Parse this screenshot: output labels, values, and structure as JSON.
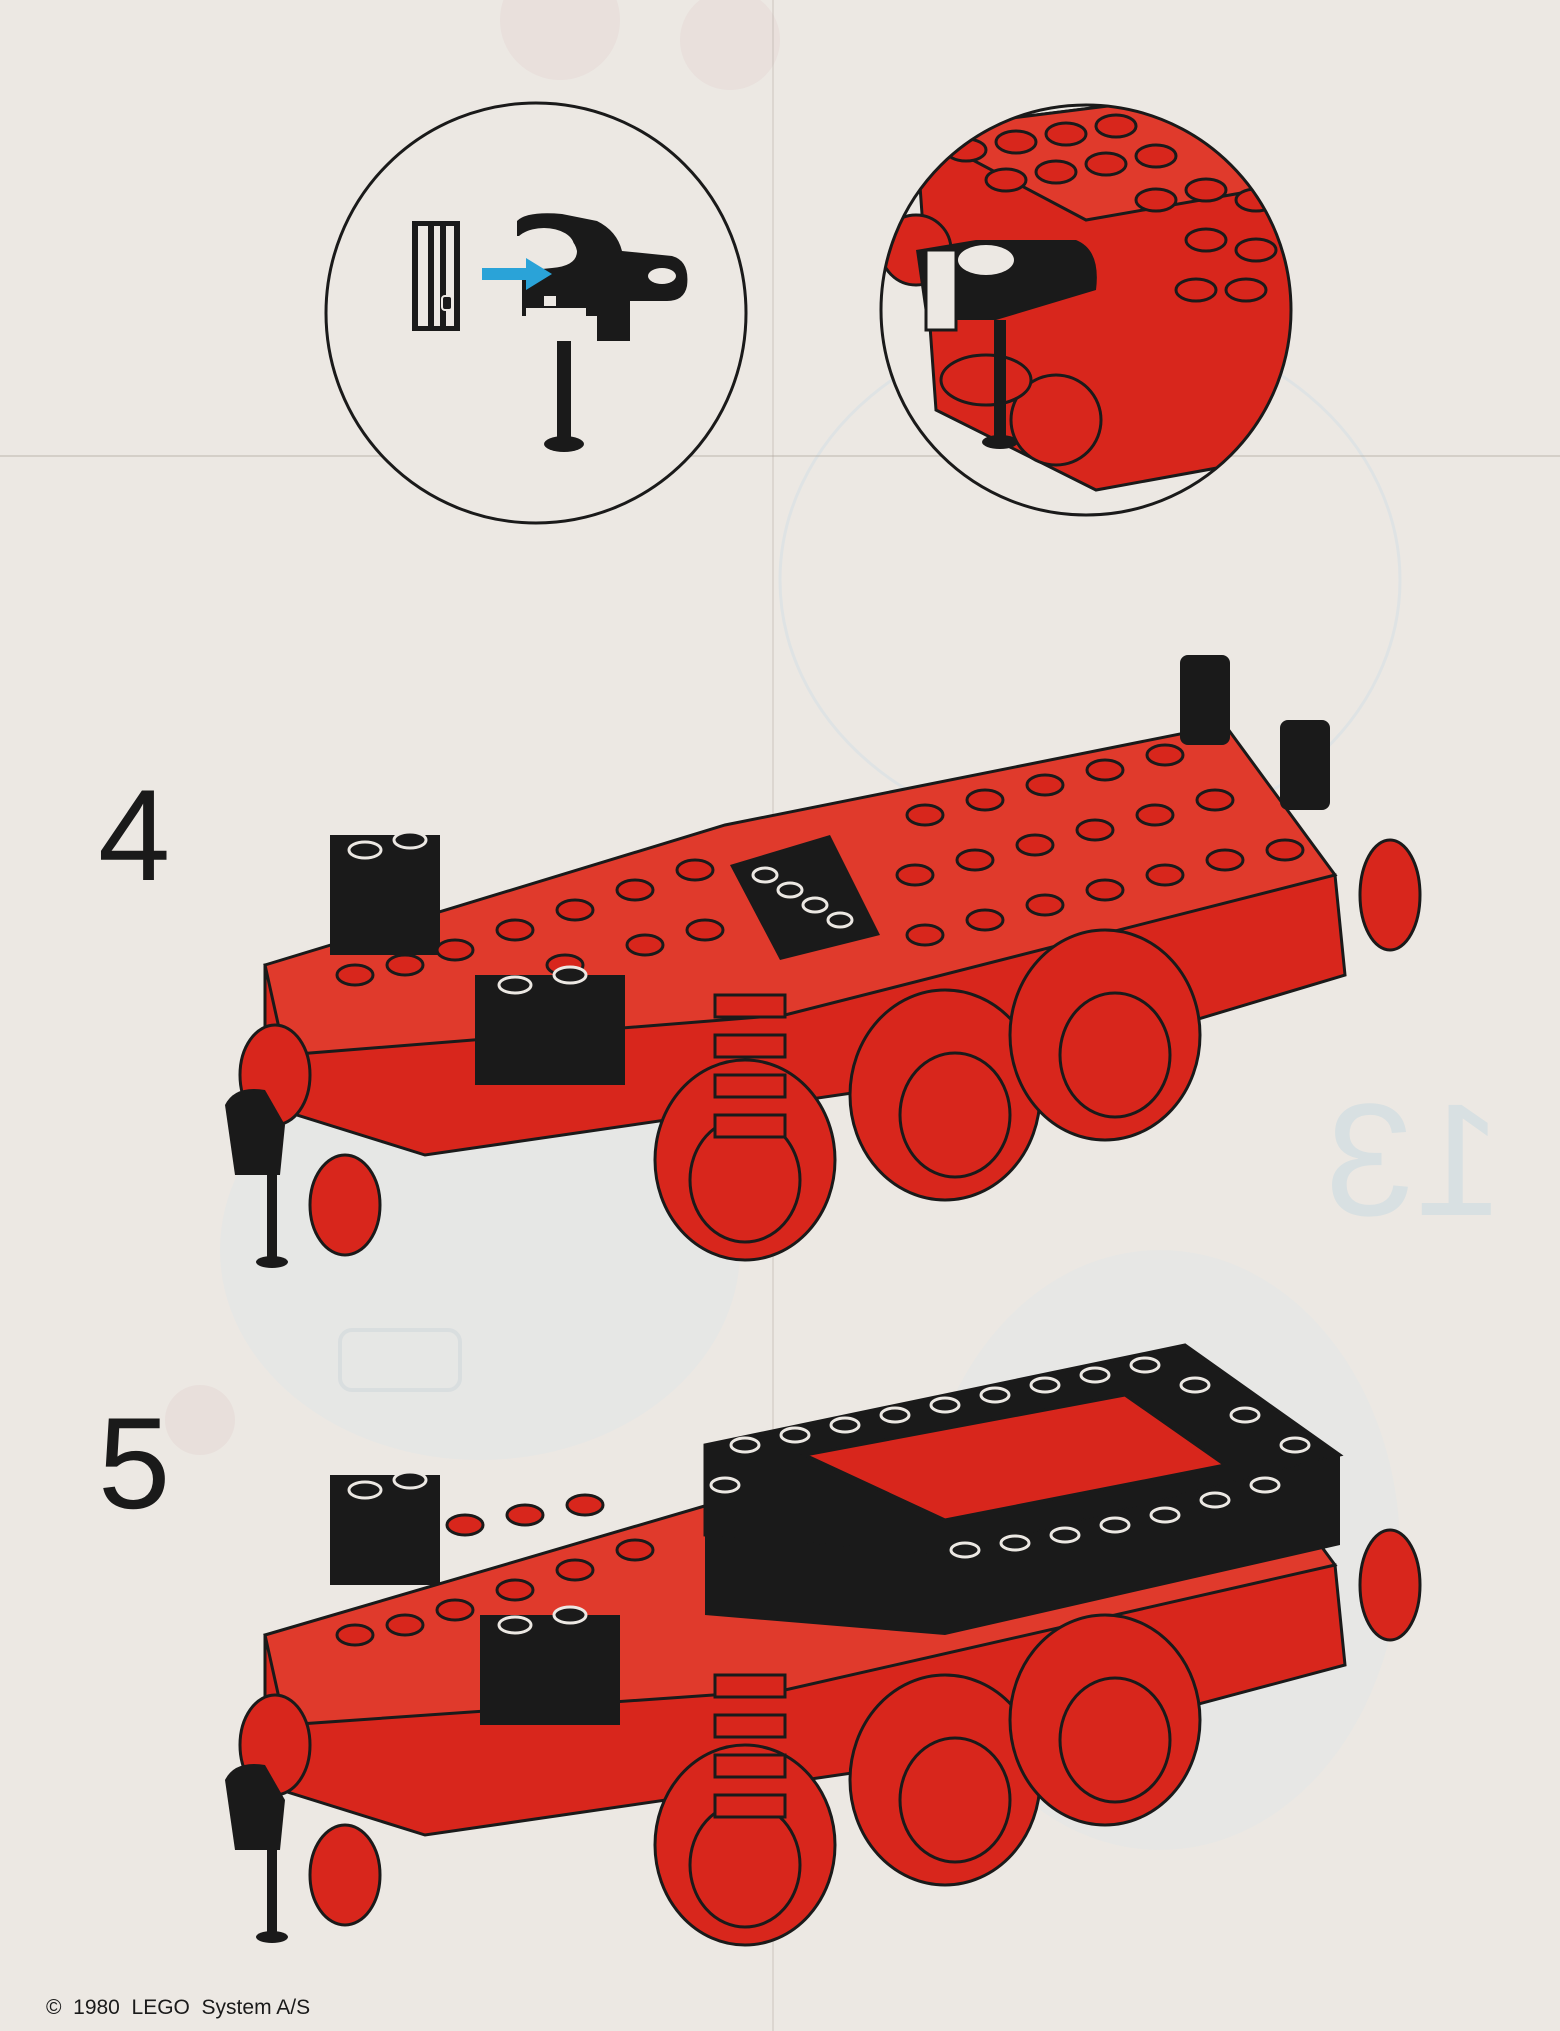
{
  "steps": [
    {
      "number": "4"
    },
    {
      "number": "5"
    }
  ],
  "ghost_text": "13",
  "footer": {
    "copyright": "©  1980  LEGO  System A/S"
  },
  "colors": {
    "paper": "#ece8e3",
    "brick_red": "#d8261c",
    "brick_black": "#1a1a1a",
    "arrow_blue": "#2aa3d8",
    "ghost": "#d8e0e2"
  },
  "icons": {
    "callout_left": "coupling-assembly-icon",
    "callout_right": "coupling-attached-icon",
    "arrow": "insert-arrow-icon"
  }
}
